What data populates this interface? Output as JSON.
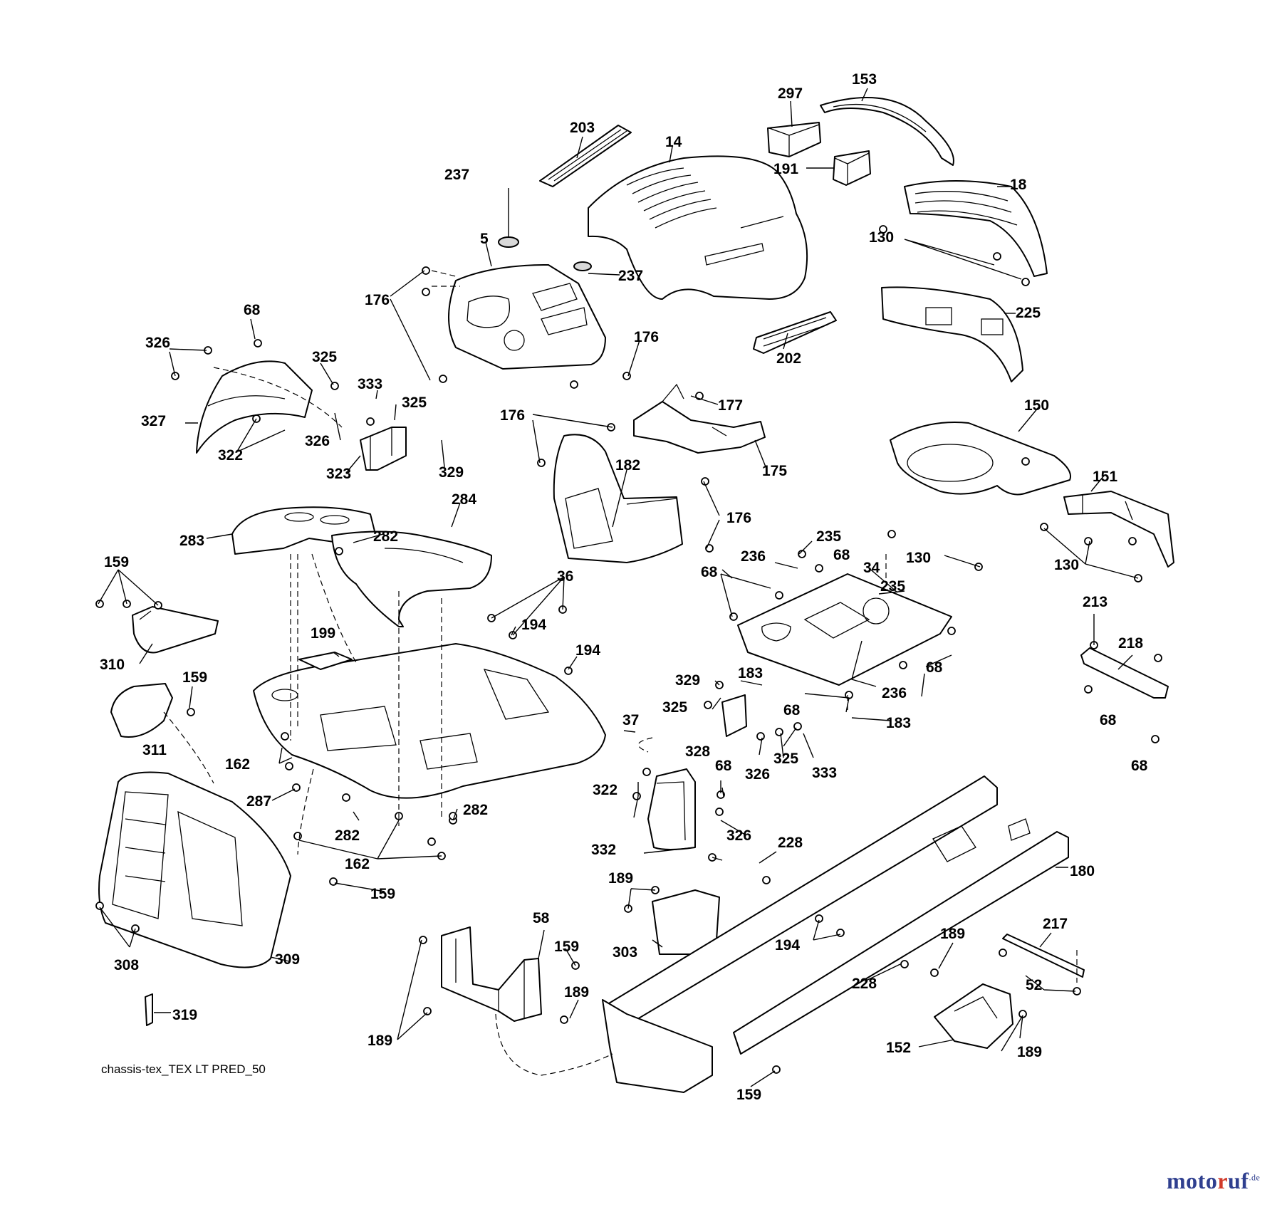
{
  "caption": "chassis-tex_TEX LT PRED_50",
  "watermark": {
    "main": "moto",
    "accent": "r",
    "rest": "uf",
    "suffix": ".de",
    "color_main": "#2f3f8f",
    "color_accent": "#d13a2a"
  },
  "callouts": [
    {
      "id": "c153",
      "text": "153"
    },
    {
      "id": "c297",
      "text": "297"
    },
    {
      "id": "c203",
      "text": "203"
    },
    {
      "id": "c14",
      "text": "14"
    },
    {
      "id": "c191",
      "text": "191"
    },
    {
      "id": "c18",
      "text": "18"
    },
    {
      "id": "c237a",
      "text": "237"
    },
    {
      "id": "c130a",
      "text": "130"
    },
    {
      "id": "c5",
      "text": "5"
    },
    {
      "id": "c237b",
      "text": "237"
    },
    {
      "id": "c225",
      "text": "225"
    },
    {
      "id": "c68a",
      "text": "68"
    },
    {
      "id": "c176a",
      "text": "176"
    },
    {
      "id": "c326a",
      "text": "326"
    },
    {
      "id": "c325a",
      "text": "325"
    },
    {
      "id": "c176b",
      "text": "176"
    },
    {
      "id": "c202",
      "text": "202"
    },
    {
      "id": "c333a",
      "text": "333"
    },
    {
      "id": "c325b",
      "text": "325"
    },
    {
      "id": "c177",
      "text": "177"
    },
    {
      "id": "c150",
      "text": "150"
    },
    {
      "id": "c327",
      "text": "327"
    },
    {
      "id": "c176c",
      "text": "176"
    },
    {
      "id": "c326b",
      "text": "326"
    },
    {
      "id": "c322a",
      "text": "322"
    },
    {
      "id": "c323",
      "text": "323"
    },
    {
      "id": "c329a",
      "text": "329"
    },
    {
      "id": "c182",
      "text": "182"
    },
    {
      "id": "c175",
      "text": "175"
    },
    {
      "id": "c151",
      "text": "151"
    },
    {
      "id": "c284",
      "text": "284"
    },
    {
      "id": "c176d",
      "text": "176"
    },
    {
      "id": "c283",
      "text": "283"
    },
    {
      "id": "c282a",
      "text": "282"
    },
    {
      "id": "c235a",
      "text": "235"
    },
    {
      "id": "c236a",
      "text": "236"
    },
    {
      "id": "c68b",
      "text": "68"
    },
    {
      "id": "c130b",
      "text": "130"
    },
    {
      "id": "c130c",
      "text": "130"
    },
    {
      "id": "c159a",
      "text": "159"
    },
    {
      "id": "c34",
      "text": "34"
    },
    {
      "id": "c68c",
      "text": "68"
    },
    {
      "id": "c36",
      "text": "36"
    },
    {
      "id": "c235b",
      "text": "235"
    },
    {
      "id": "c213",
      "text": "213"
    },
    {
      "id": "c194a",
      "text": "194"
    },
    {
      "id": "c199",
      "text": "199"
    },
    {
      "id": "c218",
      "text": "218"
    },
    {
      "id": "c194b",
      "text": "194"
    },
    {
      "id": "c310",
      "text": "310"
    },
    {
      "id": "c68d",
      "text": "68"
    },
    {
      "id": "c159b",
      "text": "159"
    },
    {
      "id": "c329b",
      "text": "329"
    },
    {
      "id": "c183a",
      "text": "183"
    },
    {
      "id": "c236b",
      "text": "236"
    },
    {
      "id": "c325c",
      "text": "325"
    },
    {
      "id": "c68e",
      "text": "68"
    },
    {
      "id": "c37",
      "text": "37"
    },
    {
      "id": "c183b",
      "text": "183"
    },
    {
      "id": "c68f",
      "text": "68"
    },
    {
      "id": "c311",
      "text": "311"
    },
    {
      "id": "c328",
      "text": "328"
    },
    {
      "id": "c325d",
      "text": "325"
    },
    {
      "id": "c68g",
      "text": "68"
    },
    {
      "id": "c162a",
      "text": "162"
    },
    {
      "id": "c326c",
      "text": "326"
    },
    {
      "id": "c333b",
      "text": "333"
    },
    {
      "id": "c68h",
      "text": "68"
    },
    {
      "id": "c322b",
      "text": "322"
    },
    {
      "id": "c287",
      "text": "287"
    },
    {
      "id": "c282b",
      "text": "282"
    },
    {
      "id": "c282c",
      "text": "282"
    },
    {
      "id": "c326d",
      "text": "326"
    },
    {
      "id": "c228a",
      "text": "228"
    },
    {
      "id": "c332",
      "text": "332"
    },
    {
      "id": "c162b",
      "text": "162"
    },
    {
      "id": "c180",
      "text": "180"
    },
    {
      "id": "c189a",
      "text": "189"
    },
    {
      "id": "c159c",
      "text": "159"
    },
    {
      "id": "c58",
      "text": "58"
    },
    {
      "id": "c217",
      "text": "217"
    },
    {
      "id": "c303",
      "text": "303"
    },
    {
      "id": "c194c",
      "text": "194"
    },
    {
      "id": "c189b",
      "text": "189"
    },
    {
      "id": "c159d",
      "text": "159"
    },
    {
      "id": "c308",
      "text": "308"
    },
    {
      "id": "c309",
      "text": "309"
    },
    {
      "id": "c52",
      "text": "52"
    },
    {
      "id": "c189c",
      "text": "189"
    },
    {
      "id": "c228b",
      "text": "228"
    },
    {
      "id": "c319",
      "text": "319"
    },
    {
      "id": "c189d",
      "text": "189"
    },
    {
      "id": "c152",
      "text": "152"
    },
    {
      "id": "c189e",
      "text": "189"
    },
    {
      "id": "c159e",
      "text": "159"
    }
  ]
}
